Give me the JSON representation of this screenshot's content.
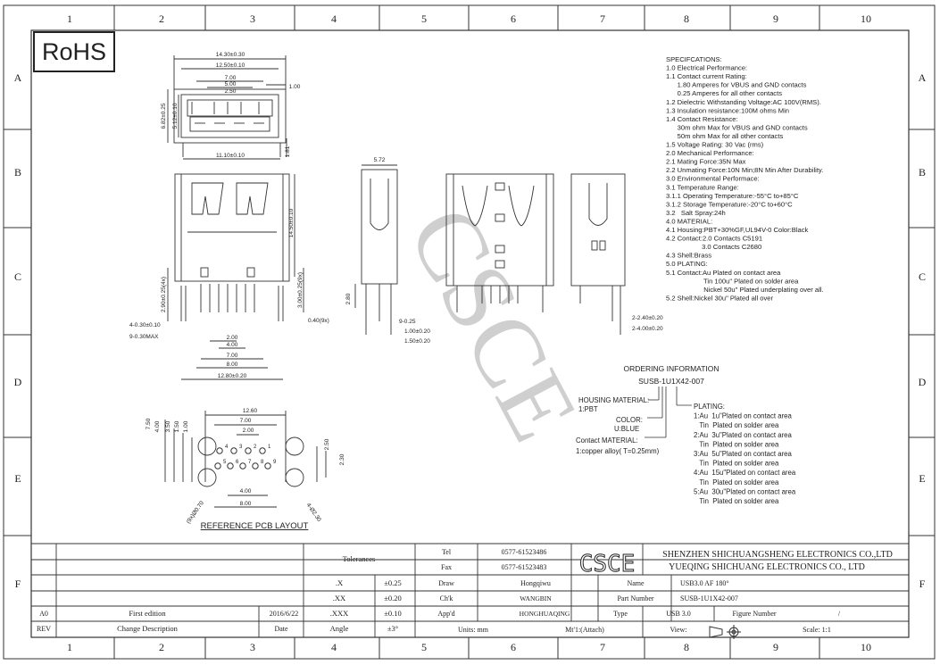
{
  "grid": {
    "columns": [
      "1",
      "2",
      "3",
      "4",
      "5",
      "6",
      "7",
      "8",
      "9",
      "10"
    ],
    "rows": [
      "A",
      "B",
      "C",
      "D",
      "E",
      "F"
    ]
  },
  "rohs_label": "RoHS",
  "watermark": "CSCE",
  "front_view": {
    "dims": [
      "14.30±0.30",
      "12.50±0.10",
      "7.00",
      "5.00",
      "2.50",
      "1.00",
      "6.82±0.25",
      "5.12±0.10",
      "1.81",
      "11.10±0.10"
    ]
  },
  "main_view": {
    "dims": [
      "14.50±0.10",
      "2.90±0.25(4x)",
      "3.00±0.25(9x)",
      "0.40(9x)",
      "4-0.30±0.10",
      "9-0.30MAX",
      "2.00",
      "4.00",
      "7.00",
      "8.00",
      "12.80±0.20"
    ]
  },
  "side_view": {
    "dims": [
      "5.72",
      "2.80",
      "9-0.25",
      "1.00±0.20",
      "1.50±0.20"
    ]
  },
  "rear_side_view": {
    "dims": [
      "2-2.40±0.20",
      "2-4.00±0.20"
    ]
  },
  "specs": [
    "SPECIFCATIONS:",
    "1.0 Electrical Performance:",
    "1.1 Contact current Rating:",
    "      1.80 Amperes for VBUS and GND contacts",
    "      0.25 Amperes for all other contacts",
    "1.2 Dielectric Withstanding Voltage:AC 100V(RMS).",
    "1.3 Insulation resistance:100M ohms Min",
    "1.4 Contact Resistance:",
    "      30m ohm Max for VBUS and GND contacts",
    "      50m ohm Max for all other contacts",
    "1.5 Voltage Rating: 30 Vac (rms)",
    "2.0 Mechanical Performance:",
    "2.1 Mating Force:35N Max",
    "2.2 Unmating Force:10N Min;8N Min After Durability.",
    "3.0 Environmental Performace:",
    "3.1 Temperature Range:",
    "3.1.1 Operating Temperature:-55°C to+85°C",
    "3.1.2 Storage Temperature:-20°C to+60°C",
    "3.2   Salt Spray:24h",
    "4.0 MATERIAL:",
    "4.1 Housing:PBT+30%GF,UL94V-0 Color:Black",
    "4.2 Contact:2.0 Contacts C5191",
    "                   3.0 Contacts C2680",
    "4.3 Shell:Brass",
    "5.0 PLATING:",
    "5.1 Contact:Au Plated on contact area",
    "                    Tin 100u\" Plated on solder area",
    "                    Nickel 50u\" Plated underplating over all.",
    "5.2 Shell:Nickel 30u\" Plated all over"
  ],
  "ordering": {
    "title": "ORDERING INFORMATION",
    "part": "SUSB-1U1X42-007",
    "housing": [
      "HOUSING MATERIAL:",
      "1:PBT"
    ],
    "color": [
      "COLOR:",
      "U:BLUE"
    ],
    "contact": [
      "Contact MATERIAL:",
      "1:copper alloy( T=0.25mm)"
    ],
    "plating": [
      "PLATING:",
      "1:Au  1u\"Plated on contact area",
      "   Tin  Plated on solder area",
      "2:Au  3u\"Plated on contact area",
      "   Tin  Plated on solder area",
      "3:Au  5u\"Plated on contact area",
      "   Tin  Plated on solder area",
      "4:Au  15u\"Plated on contact area",
      "   Tin  Plated on solder area",
      "5:Au  30u\"Plated on contact area",
      "   Tin  Plated on solder area"
    ]
  },
  "pcb": {
    "dims": [
      "12.60",
      "7.00",
      "2.00",
      "7.50",
      "4.00",
      "3.50",
      "1.50",
      "1.00",
      "2.50",
      "2.30",
      "4.00",
      "8.00",
      "(9x)Ø0.70",
      "4-Ø2.30"
    ],
    "pin_numbers": [
      "1",
      "2",
      "3",
      "4",
      "5",
      "6",
      "7",
      "8",
      "9"
    ],
    "title": "REFERENCE PCB LAYOUT"
  },
  "title_block": {
    "tolerances_label": "Tolerances",
    "tol": [
      {
        "k": ".X",
        "v": "±0.25"
      },
      {
        "k": ".XX",
        "v": "±0.20"
      },
      {
        "k": ".XXX",
        "v": "±0.10"
      },
      {
        "k": "Angle",
        "v": "±3°"
      }
    ],
    "tel_label": "Tel",
    "tel": "0577-61523486",
    "fax_label": "Fax",
    "fax": "0577-61523483",
    "logo": "CSCE",
    "company1": "SHENZHEN SHICHUANGSHENG ELECTRONICS CO.,LTD",
    "company2": "YUEQING SHICHUANG ELECTRONICS CO., LTD",
    "draw_label": "Draw",
    "draw": "Hongqiwu",
    "chk_label": "Ch'k",
    "chk": "WANGBIN",
    "appd_label": "App'd",
    "appd": "HONGHUAQING",
    "units": "Units: mm",
    "mt": "Mt'1:(Attach)",
    "name_label": "Name",
    "name": "USB3.0 AF 180°",
    "part_label": "Part Number",
    "part": "SUSB-1U1X42-007",
    "type_label": "Type",
    "type": "USB 3.0",
    "figure_label": "Figure Number",
    "figure": "/",
    "view_label": "View:",
    "scale": "Scale: 1:1",
    "rev_label": "REV",
    "rev_desc_label": "Change Description",
    "date_label": "Date",
    "rev": "A0",
    "rev_desc": "First edition",
    "rev_date": "2016/6/22"
  }
}
